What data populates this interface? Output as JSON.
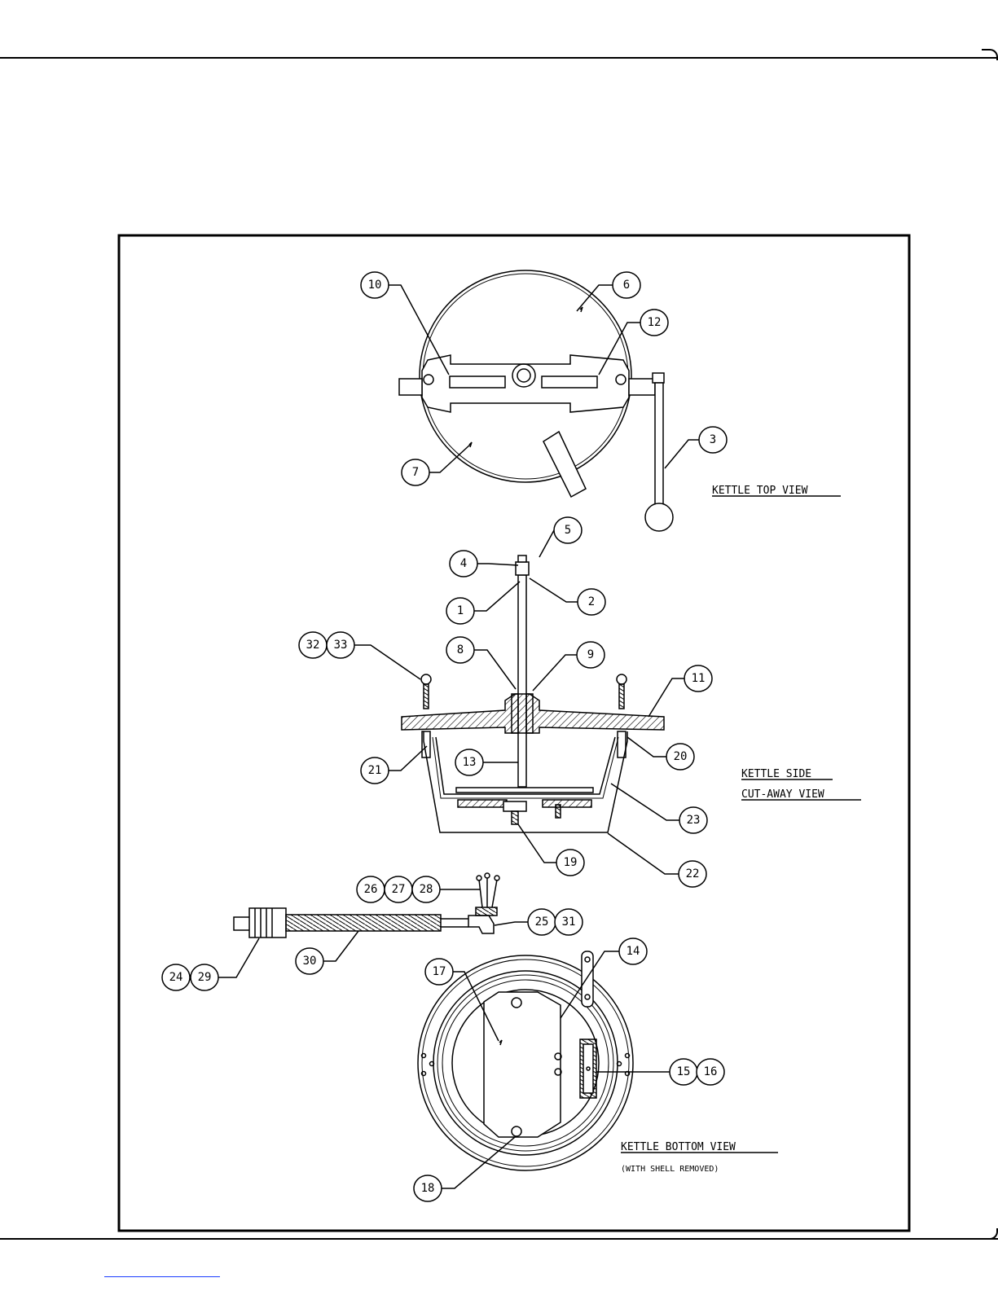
{
  "views": {
    "top": "KETTLE TOP VIEW",
    "side_line1": "KETTLE SIDE",
    "side_line2": "CUT-AWAY VIEW",
    "bottom": "KETTLE BOTTOM VIEW",
    "bottom_note": "(WITH SHELL REMOVED)"
  },
  "callouts": {
    "c1": "1",
    "c2": "2",
    "c3": "3",
    "c4": "4",
    "c5": "5",
    "c6": "6",
    "c7": "7",
    "c8": "8",
    "c9": "9",
    "c10": "10",
    "c11": "11",
    "c12": "12",
    "c13": "13",
    "c14": "14",
    "c15": "15",
    "c16": "16",
    "c17": "17",
    "c18": "18",
    "c19": "19",
    "c20": "20",
    "c21": "21",
    "c22": "22",
    "c23": "23",
    "c24": "24",
    "c25": "25",
    "c26": "26",
    "c27": "27",
    "c28": "28",
    "c29": "29",
    "c30": "30",
    "c31": "31",
    "c32": "32",
    "c33": "33"
  },
  "colors": {
    "line": "#000000",
    "paper": "#ffffff",
    "link": "#1a3cff"
  }
}
